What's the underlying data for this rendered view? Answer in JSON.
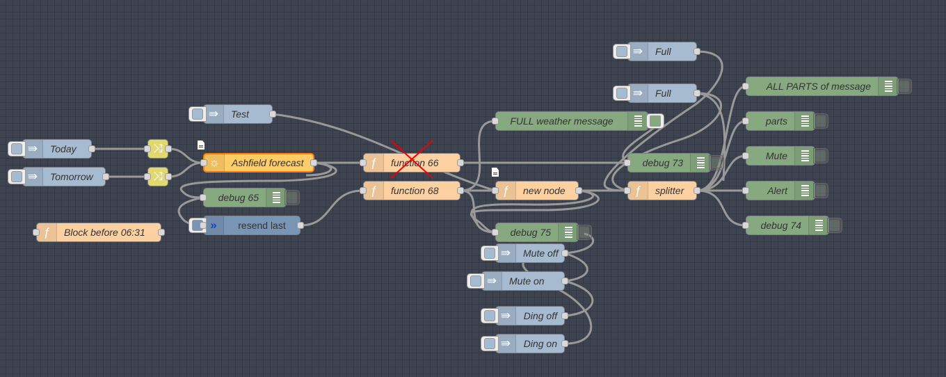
{
  "canvas": {
    "grid": true,
    "background_color": "#3e4350"
  },
  "colors": {
    "inject": "#a6bbcf",
    "function": "#fdd0a2",
    "debug": "#87a980",
    "change": "#e2d96e",
    "resend": "#7995b5",
    "weather": "#ffcc66",
    "selected_border": "#ff7f0e",
    "wire": "#999999",
    "disabled_mark": "#ee0000"
  },
  "nodes": {
    "today": {
      "type": "inject",
      "label": "Today",
      "icon": "arrow-in-icon"
    },
    "tomorrow": {
      "type": "inject",
      "label": "Tomorrow",
      "icon": "arrow-in-icon"
    },
    "change_1": {
      "type": "change",
      "icon": "shuffle-icon"
    },
    "change_2": {
      "type": "change",
      "icon": "shuffle-icon"
    },
    "block_before": {
      "type": "function",
      "label": "Block before 06:31",
      "icon": "function-icon"
    },
    "test": {
      "type": "inject",
      "label": "Test",
      "icon": "arrow-in-icon"
    },
    "ashfield": {
      "type": "weather",
      "label": "Ashfield forecast",
      "icon": "sun-icon",
      "selected": true,
      "has_note": true
    },
    "debug_65": {
      "type": "debug",
      "label": "debug 65"
    },
    "resend_last": {
      "type": "resend",
      "label": "resend last",
      "icon": "double-chevron-icon"
    },
    "function_66": {
      "type": "function",
      "label": "function 66",
      "icon": "function-icon",
      "disabled": true
    },
    "function_68": {
      "type": "function",
      "label": "function 68",
      "icon": "function-icon"
    },
    "full_weather": {
      "type": "debug",
      "label": "FULL weather message",
      "active": true
    },
    "new_node": {
      "type": "function",
      "label": "new node",
      "icon": "function-icon",
      "has_note": true
    },
    "debug_75": {
      "type": "debug",
      "label": "debug 75"
    },
    "mute_off": {
      "type": "inject",
      "label": "Mute off",
      "icon": "arrow-in-icon"
    },
    "mute_on": {
      "type": "inject",
      "label": "Mute on",
      "icon": "arrow-in-icon"
    },
    "ding_off": {
      "type": "inject",
      "label": "Ding off",
      "icon": "arrow-in-icon"
    },
    "ding_on": {
      "type": "inject",
      "label": "Ding on",
      "icon": "arrow-in-icon"
    },
    "full_1": {
      "type": "inject",
      "label": "Full",
      "icon": "arrow-in-icon"
    },
    "full_2": {
      "type": "inject",
      "label": "Full",
      "icon": "arrow-in-icon"
    },
    "debug_73": {
      "type": "debug",
      "label": "debug 73"
    },
    "splitter": {
      "type": "function",
      "label": "splitter",
      "icon": "function-icon"
    },
    "all_parts": {
      "type": "debug",
      "label": "ALL PARTS of message"
    },
    "parts": {
      "type": "debug",
      "label": "parts"
    },
    "mute": {
      "type": "debug",
      "label": "Mute"
    },
    "alert": {
      "type": "debug",
      "label": "Alert"
    },
    "debug_74": {
      "type": "debug",
      "label": "debug 74"
    }
  }
}
